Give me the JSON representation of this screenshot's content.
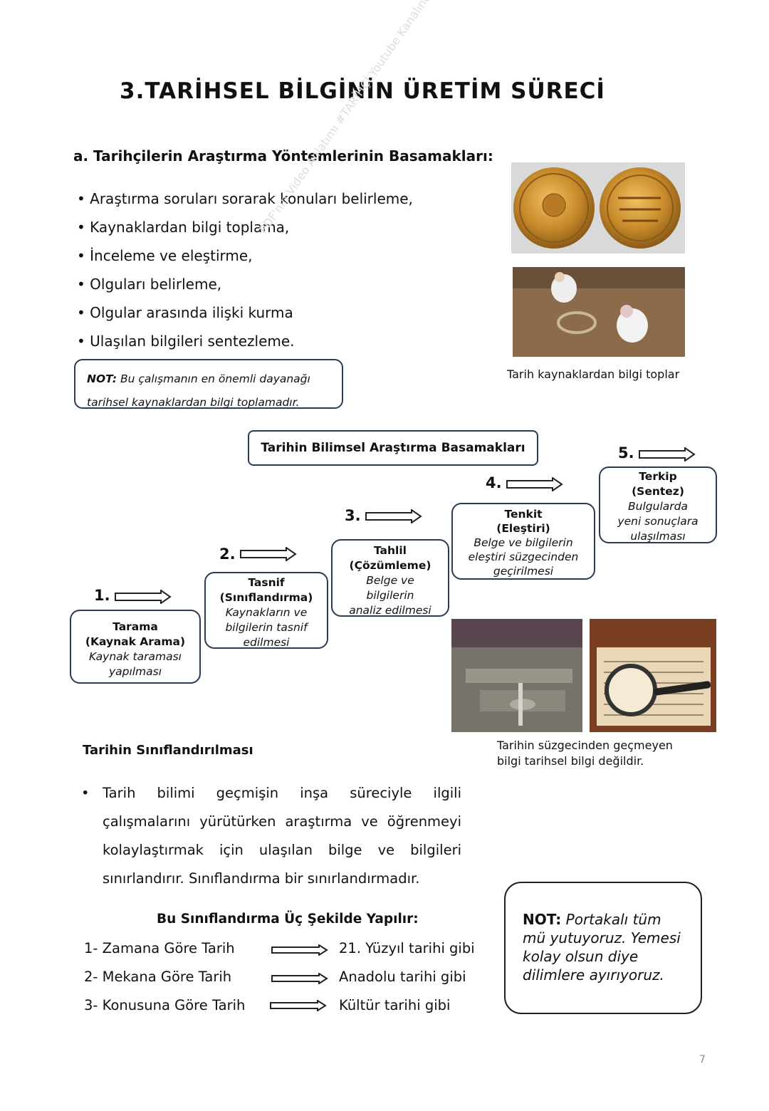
{
  "title": "3.TARİHSEL BİLGİNİN ÜRETİM SÜRECİ",
  "section_a": {
    "heading": "a. Tarihçilerin Araştırma Yöntemlerinin Basamakları:",
    "bullets": [
      "Araştırma soruları sorarak konuları belirleme,",
      "Kaynaklardan bilgi toplama,",
      "İnceleme ve eleştirme,",
      "Olguları belirleme,",
      "Olgular arasında ilişki kurma",
      "Ulaşılan bilgileri sentezleme."
    ],
    "note_label": "NOT:",
    "note_line1": "Bu çalışmanın en önemli dayanağı",
    "note_line2": "tarihsel kaynaklardan bilgi toplamadır."
  },
  "watermark": "PDF'nin Video Anlatımı #TARİHÇİ Youtube Kanalında",
  "image_caption_1": "Tarih kaynaklardan bilgi toplar",
  "steps": {
    "title": "Tarihin Bilimsel Araştırma Basamakları",
    "items": [
      {
        "num": "1.",
        "title": "Tarama",
        "subtitle": "(Kaynak Arama)",
        "desc1": "Kaynak taraması",
        "desc2": "yapılması",
        "desc3": ""
      },
      {
        "num": "2.",
        "title": "Tasnif",
        "subtitle": "(Sınıflandırma)",
        "desc1": "Kaynakların ve",
        "desc2": "bilgilerin tasnif",
        "desc3": "edilmesi"
      },
      {
        "num": "3.",
        "title": "Tahlil",
        "subtitle": "(Çözümleme)",
        "desc1": "Belge ve",
        "desc2": "bilgilerin",
        "desc3": "analiz edilmesi"
      },
      {
        "num": "4.",
        "title": "Tenkit",
        "subtitle": "(Eleştiri)",
        "desc1": "Belge ve bilgilerin",
        "desc2": "eleştiri süzgecinden",
        "desc3": "geçirilmesi"
      },
      {
        "num": "5.",
        "title": "Terkip",
        "subtitle": "(Sentez)",
        "desc1": "Bulgularda",
        "desc2": "yeni sonuçlara",
        "desc3": "ulaşılması"
      }
    ]
  },
  "image_caption_2_line1": "Tarihin süzgecinden geçmeyen",
  "image_caption_2_line2": "bilgi tarihsel bilgi değildir.",
  "section_b": {
    "heading": "Tarihin Sınıflandırılması",
    "paragraph": "Tarih bilimi geçmişin inşa süreciyle ilgili çalışmalarını yürütürken araştırma ve öğrenmeyi kolaylaştırmak için ulaşılan bilge ve bilgileri sınırlandırır. Sınıflandırma bir sınırlandırmadır.",
    "subheading": "Bu Sınıflandırma Üç Şekilde Yapılır:",
    "rows": [
      {
        "label": "1- Zamana Göre Tarih",
        "example": "21. Yüzyıl tarihi gibi"
      },
      {
        "label": "2- Mekana Göre Tarih",
        "example": "Anadolu tarihi gibi"
      },
      {
        "label": "3- Konusuna Göre Tarih",
        "example": "Kültür tarihi gibi"
      }
    ],
    "note_label": "NOT:",
    "note_text": "Portakalı tüm mü yutuyoruz. Yemesi kolay olsun diye dilimlere ayırıyoruz."
  },
  "page_number": "7"
}
